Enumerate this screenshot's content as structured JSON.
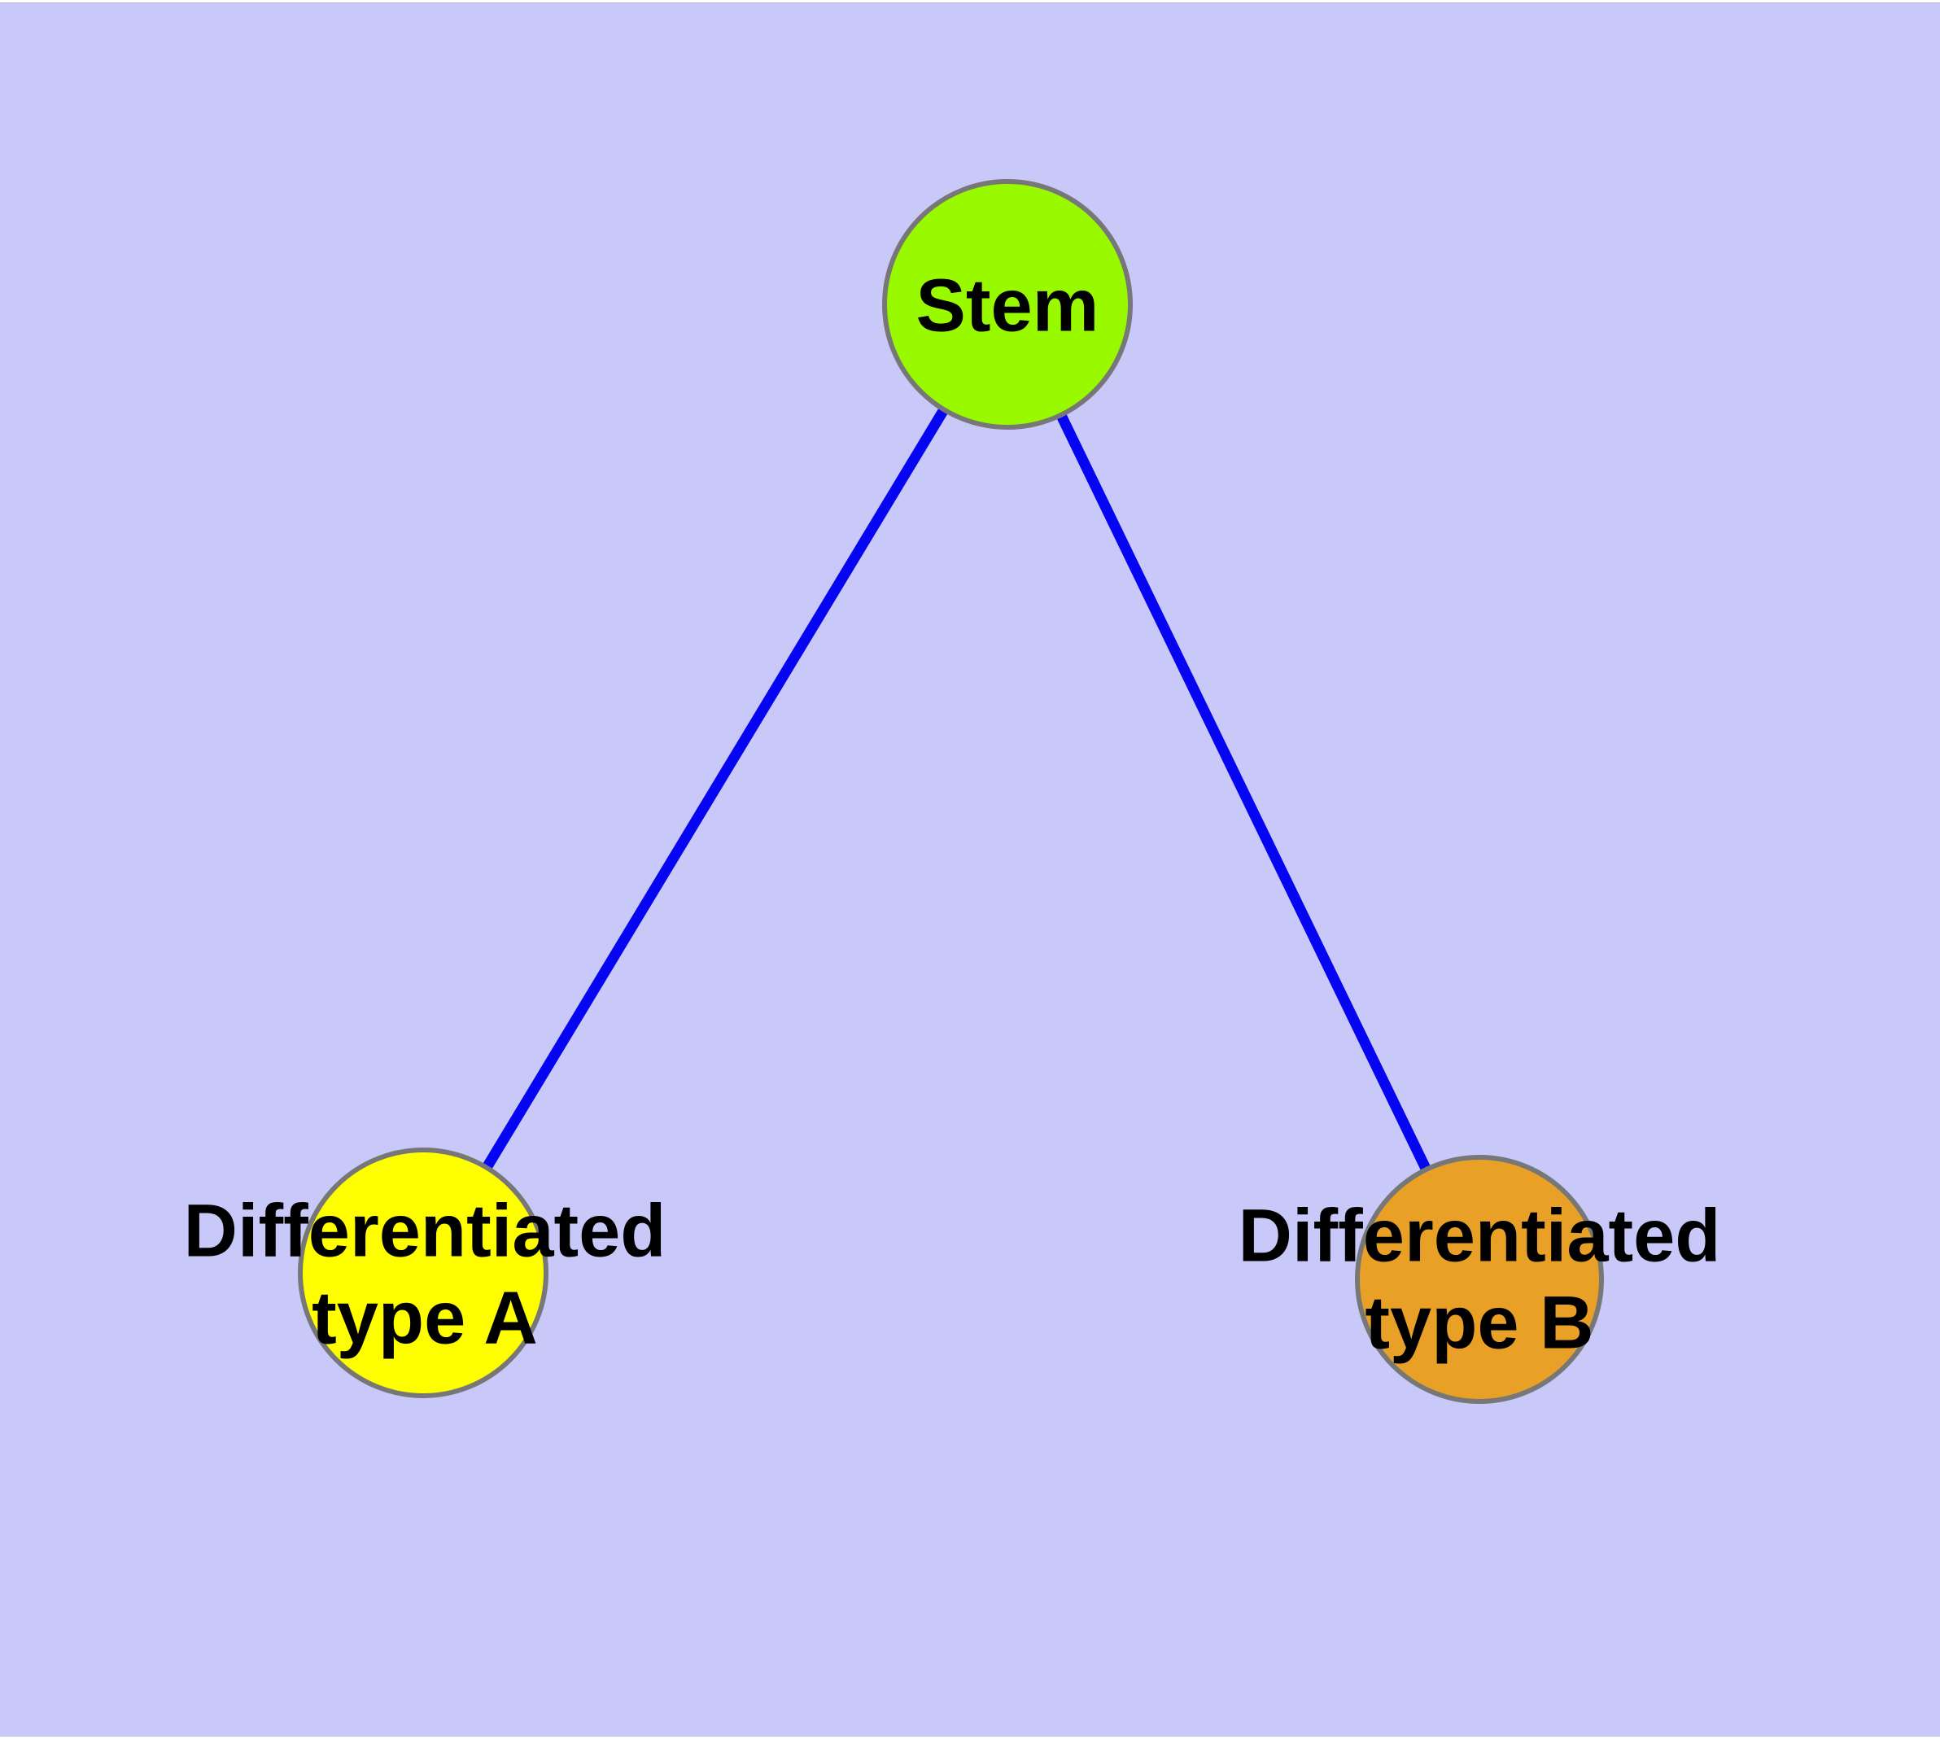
{
  "diagram": {
    "title": "",
    "background_color": "#C9C9F9",
    "node_border_color": "#777777",
    "edge_color": "#0505F2",
    "label_text_color": "#000000",
    "nodes": [
      {
        "id": "stem",
        "label_line1": "Stem",
        "label_line2": "",
        "fill_color": "#99FA00"
      },
      {
        "id": "type-a",
        "label_line1": "Differentiated",
        "label_line2": "type A",
        "fill_color": "#FEFE00"
      },
      {
        "id": "type-b",
        "label_line1": "Differentiated",
        "label_line2": "type B",
        "fill_color": "#E8A126"
      }
    ],
    "edges": [
      {
        "from": "Stem",
        "to": "Differentiated type A"
      },
      {
        "from": "Stem",
        "to": "Differentiated type B"
      }
    ]
  }
}
